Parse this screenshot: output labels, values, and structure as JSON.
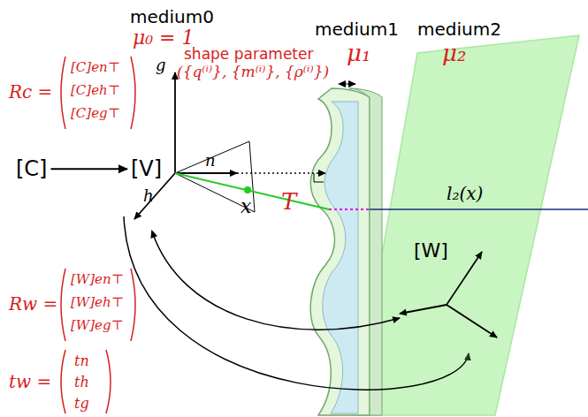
{
  "diagram": {
    "nodes": [
      {
        "text": [
          "[C]"
        ]
      },
      {
        "text": [
          "[V]"
        ]
      }
    ],
    "edges": [
      {
        "from": 0,
        "to": 1,
        "arrow": "to"
      }
    ],
    "labels": [
      "medium0",
      "μ₀ = 1",
      "medium1",
      "μ₁",
      "medium2",
      "μ₂",
      "Rc =",
      "[C]en⊤",
      "[C]eh⊤",
      "[C]eg⊤",
      "shape parameter",
      "({q⁽ⁱ⁾}, {m⁽ⁱ⁾}, {ρ⁽ⁱ⁾})",
      "g",
      "n",
      "h",
      "x",
      "T",
      "l₂(x)",
      "[W]",
      "Rw =",
      "[W]en⊤",
      "[W]eh⊤",
      "[W]eg⊤",
      "tw =",
      "tn",
      "th",
      "tg"
    ]
  }
}
